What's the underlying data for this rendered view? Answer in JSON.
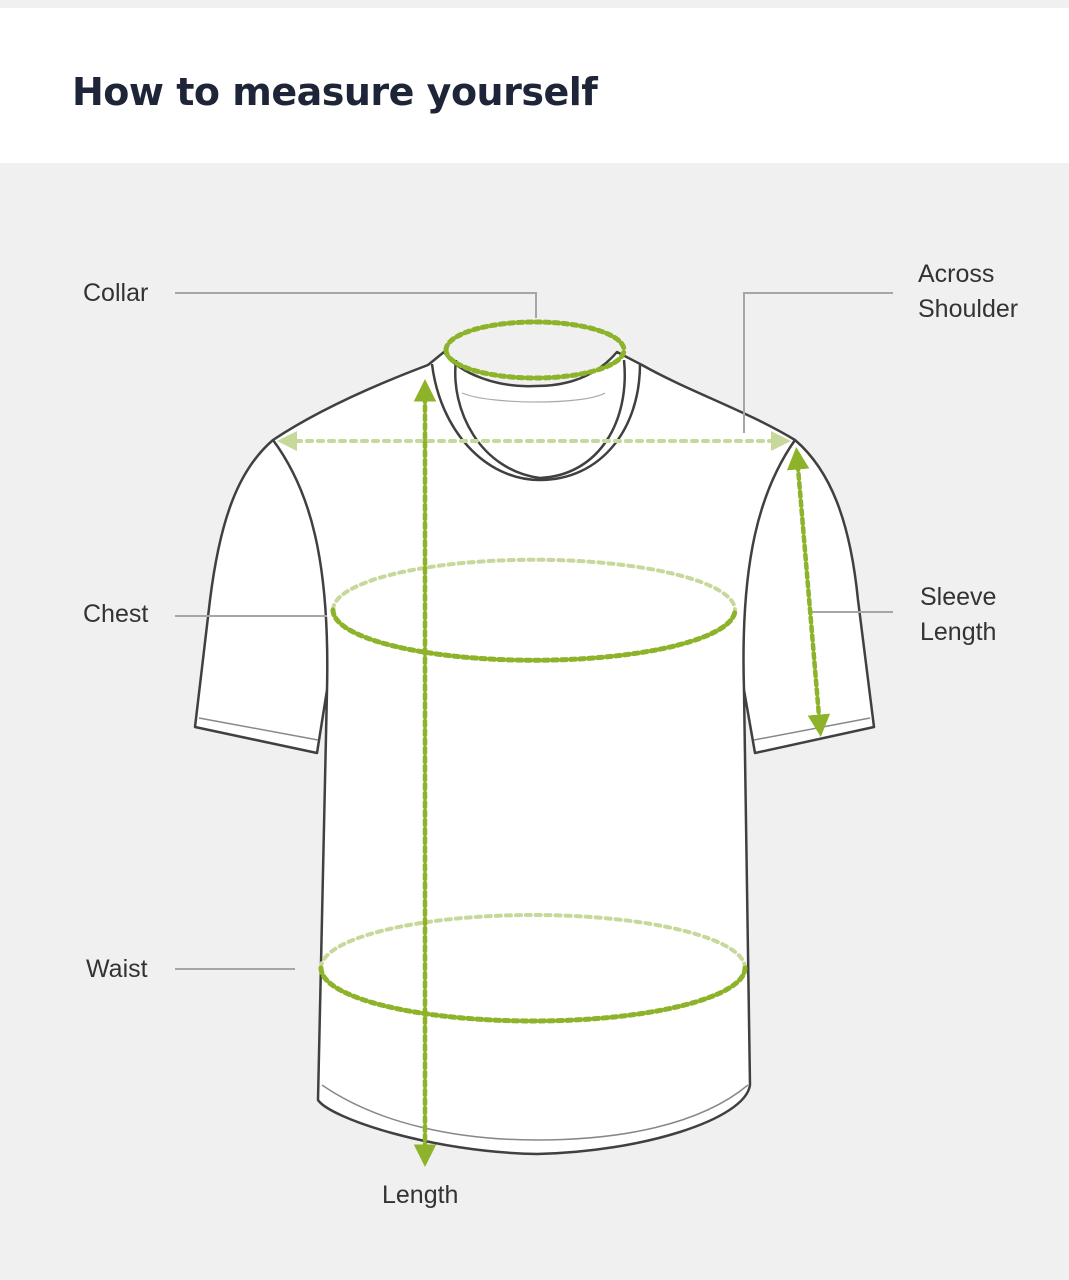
{
  "header": {
    "title": "How to measure yourself"
  },
  "diagram": {
    "labels": {
      "collar": "Collar",
      "across_shoulder_1": "Across",
      "across_shoulder_2": "Shoulder",
      "chest": "Chest",
      "sleeve_length_1": "Sleeve",
      "sleeve_length_2": "Length",
      "waist": "Waist",
      "length": "Length"
    },
    "colors": {
      "measure": "#8db32a",
      "measure_faint": "#c6d89a",
      "outline": "#404040",
      "leader": "#a6a6a6",
      "panel": "#f0f0f0"
    }
  }
}
